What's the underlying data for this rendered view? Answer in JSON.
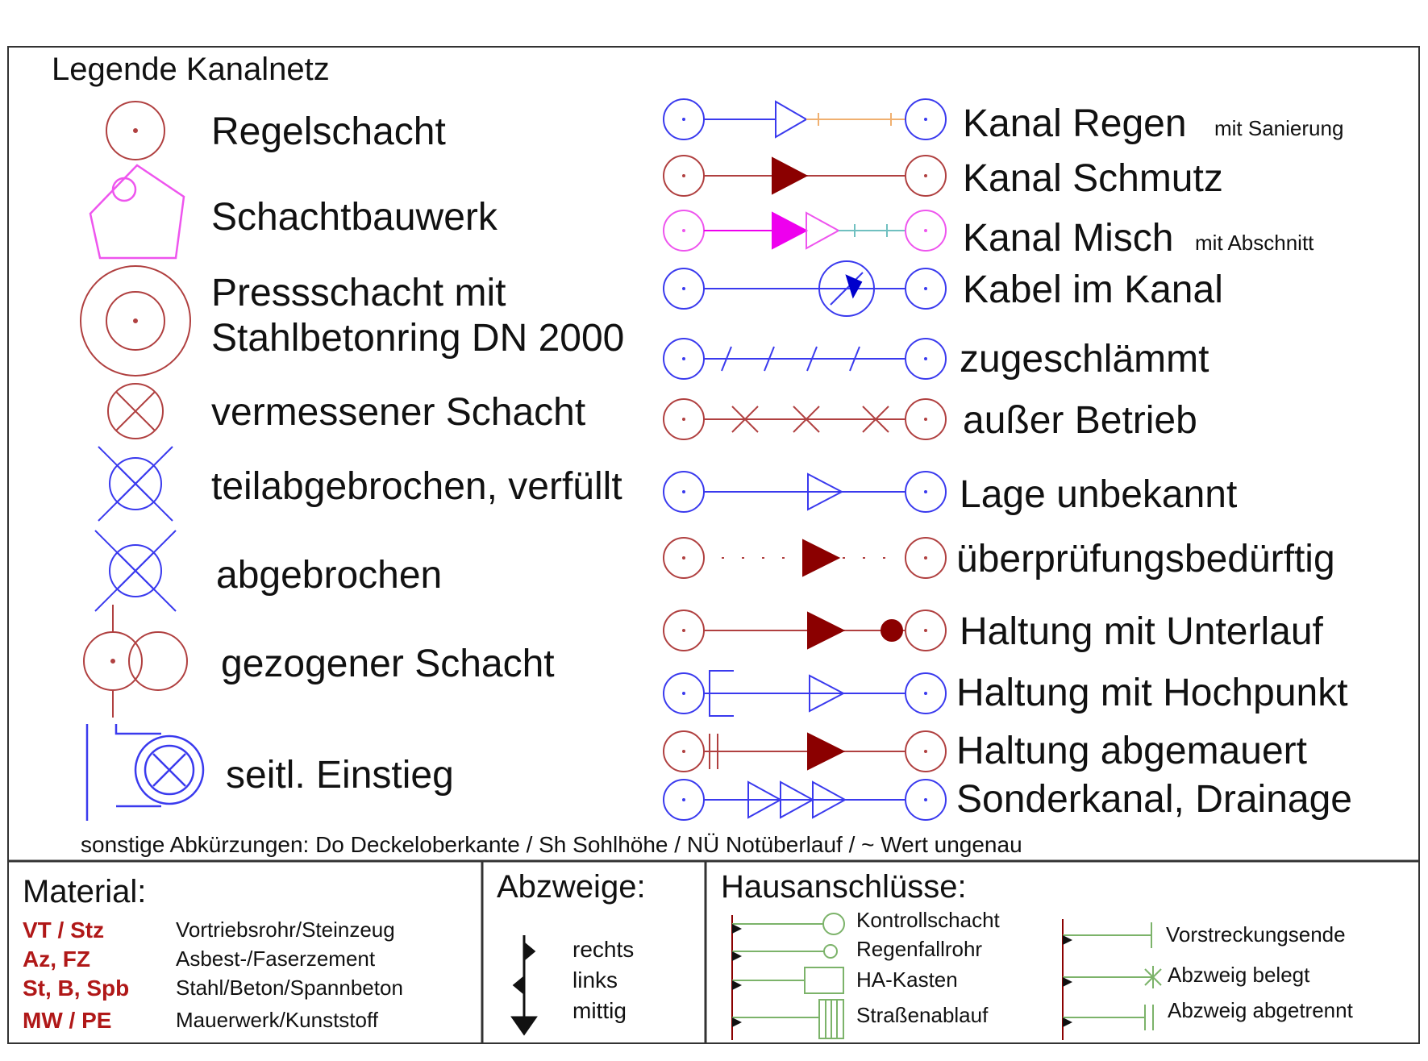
{
  "title": "Legende Kanalnetz",
  "left_symbols": [
    {
      "label": "Regelschacht",
      "icon": "regelschacht-icon"
    },
    {
      "label": "Schachtbauwerk",
      "icon": "schachtbauwerk-icon"
    },
    {
      "label": "Pressschacht mit",
      "label2": "Stahlbetonring DN 2000",
      "icon": "pressschacht-icon"
    },
    {
      "label": "vermessener Schacht",
      "icon": "vermessener-schacht-icon"
    },
    {
      "label": "teilabgebrochen, verfüllt",
      "icon": "teilabgebrochen-icon"
    },
    {
      "label": "abgebrochen",
      "icon": "abgebrochen-icon"
    },
    {
      "label": "gezogener Schacht",
      "icon": "gezogener-schacht-icon"
    },
    {
      "label": "seitl. Einstieg",
      "icon": "seitl-einstieg-icon"
    }
  ],
  "right_lines": [
    {
      "label": "Kanal Regen",
      "note": "mit Sanierung",
      "color": "#3a3aee"
    },
    {
      "label": "Kanal Schmutz",
      "color": "#8b0000"
    },
    {
      "label": "Kanal Misch",
      "note": "mit Abschnitt",
      "color": "#ee00ee"
    },
    {
      "label": "Kabel im Kanal",
      "color": "#3a3aee"
    },
    {
      "label": "zugeschlämmt",
      "color": "#3a3aee"
    },
    {
      "label": "außer Betrieb",
      "color": "#b03030"
    },
    {
      "label": "Lage unbekannt",
      "color": "#3a3aee"
    },
    {
      "label": "überprüfungsbedürftig",
      "color": "#8b0000"
    },
    {
      "label": "Haltung mit Unterlauf",
      "color": "#8b0000"
    },
    {
      "label": "Haltung mit Hochpunkt",
      "color": "#3a3aee"
    },
    {
      "label": "Haltung abgemauert",
      "color": "#8b0000"
    },
    {
      "label": "Sonderkanal, Drainage",
      "color": "#3a3aee"
    }
  ],
  "abbreviations": "sonstige Abkürzungen: Do Deckeloberkante / Sh Sohlhöhe / NÜ Notüberlauf / ~ Wert ungenau",
  "material": {
    "title": "Material:",
    "rows": [
      {
        "code": "VT / Stz",
        "desc": "Vortriebsrohr/Steinzeug"
      },
      {
        "code": "Az, FZ",
        "desc": "Asbest-/Faserzement"
      },
      {
        "code": "St, B, Spb",
        "desc": "Stahl/Beton/Spannbeton"
      },
      {
        "code": "MW / PE",
        "desc": "Mauerwerk/Kunststoff"
      }
    ]
  },
  "abzweige": {
    "title": "Abzweige:",
    "items": [
      "rechts",
      "links",
      "mittig"
    ]
  },
  "hausanschluesse": {
    "title": "Hausanschlüsse:",
    "left": [
      "Kontrollschacht",
      "Regenfallrohr",
      "HA-Kasten",
      "Straßenablauf"
    ],
    "right": [
      "Vorstreckungsende",
      "Abzweig belegt",
      "Abzweig abgetrennt"
    ]
  },
  "colors": {
    "rain": "#3a3aee",
    "dirt": "#8b0000",
    "mixed": "#ee00ee",
    "manhole": "#b04040",
    "house": "#7cb36a",
    "frame": "#333333",
    "material_code": "#b01818"
  }
}
